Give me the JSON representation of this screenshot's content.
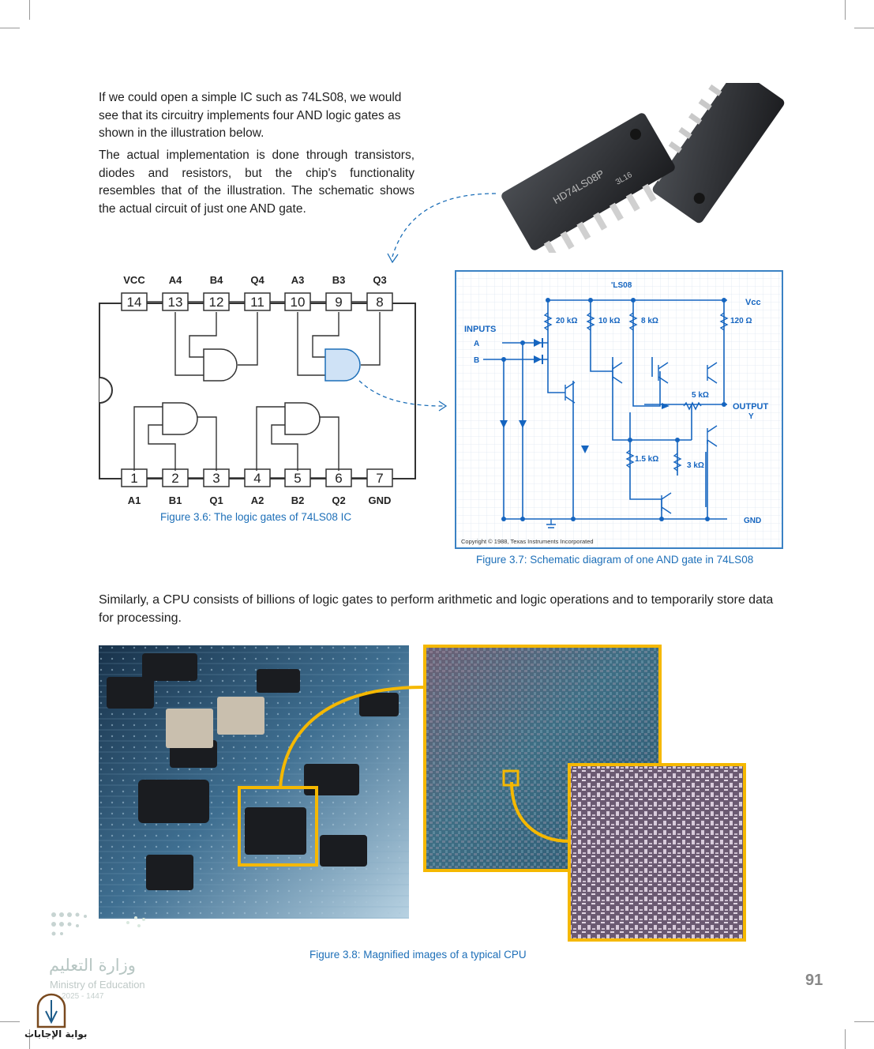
{
  "paragraphs": {
    "intro": "If we could open a simple IC such as 74LS08, we would see that its circuitry implements four AND logic gates as shown in the illustration below.",
    "implementation": "The actual implementation is done through transistors, diodes and resistors, but the chip's functionality resembles that of the illustration. The schematic shows the actual circuit of just one AND gate.",
    "cpu": "Similarly, a CPU consists of billions of logic gates to perform arithmetic and logic operations and to temporarily store data for processing."
  },
  "chip_photo": {
    "marking_line1": "HD74LS08P",
    "marking_line2": "3L16"
  },
  "pinout": {
    "top_pins": [
      {
        "num": "14",
        "label": "VCC"
      },
      {
        "num": "13",
        "label": "A4"
      },
      {
        "num": "12",
        "label": "B4"
      },
      {
        "num": "11",
        "label": "Q4"
      },
      {
        "num": "10",
        "label": "A3"
      },
      {
        "num": "9",
        "label": "B3"
      },
      {
        "num": "8",
        "label": "Q3"
      }
    ],
    "bottom_pins": [
      {
        "num": "1",
        "label": "A1"
      },
      {
        "num": "2",
        "label": "B1"
      },
      {
        "num": "3",
        "label": "Q1"
      },
      {
        "num": "4",
        "label": "A2"
      },
      {
        "num": "5",
        "label": "B2"
      },
      {
        "num": "6",
        "label": "Q2"
      },
      {
        "num": "7",
        "label": "GND"
      }
    ],
    "highlight_color": "#cfe2f6"
  },
  "schematic": {
    "title": "'LS08",
    "inputs_label": "INPUTS",
    "input_a": "A",
    "input_b": "B",
    "vcc": "Vcc",
    "gnd": "GND",
    "output": "OUTPUT",
    "output_y": "Y",
    "resistors": [
      "20 kΩ",
      "10 kΩ",
      "8 kΩ",
      "120 Ω",
      "5 kΩ",
      "1.5 kΩ",
      "3 kΩ"
    ],
    "copyright": "Copyright © 1988, Texas Instruments Incorporated",
    "line_color": "#1565c0"
  },
  "captions": {
    "fig36": "Figure 3.6: The logic gates of 74LS08 IC",
    "fig37": "Figure 3.7: Schematic diagram of one AND gate in 74LS08",
    "fig38": "Figure 3.8: Magnified images of a typical CPU"
  },
  "accent_color": "#f5b800",
  "page_number": "91",
  "ministry": {
    "arabic": "وزارة التعليم",
    "english": "Ministry of Education",
    "years": "2025 - 1447"
  },
  "watermark": "بوابة الإجابات"
}
